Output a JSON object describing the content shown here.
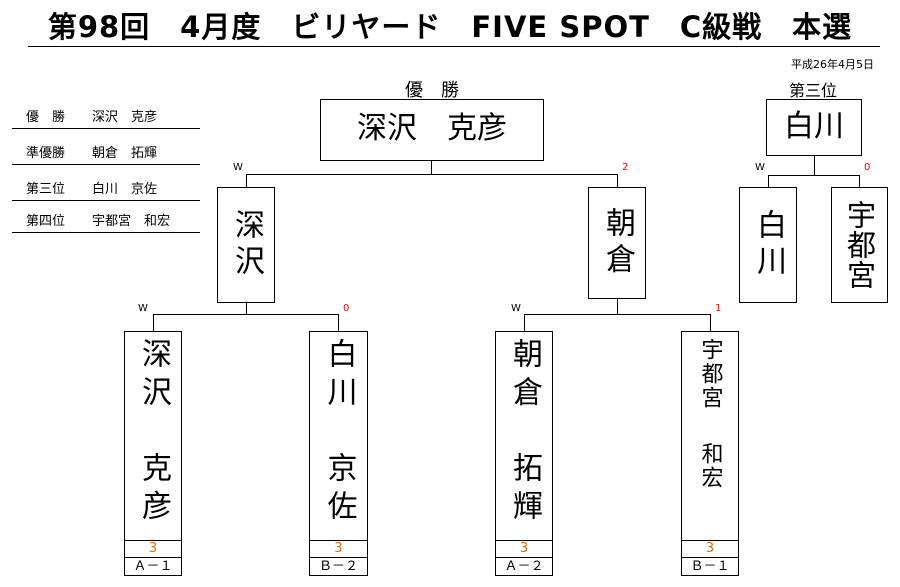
{
  "title": "第98回　4月度　ビリヤード　FIVE SPOT　C級戦　本選",
  "date": "平成26年4月5日",
  "results": [
    {
      "label": "優　勝",
      "name": "深沢　克彦"
    },
    {
      "label": "準優勝",
      "name": "朝倉　拓輝"
    },
    {
      "label": "第三位",
      "name": "白川　京佐"
    },
    {
      "label": "第四位",
      "name": "宇都宮　和宏"
    }
  ],
  "final": {
    "heading": "優　勝",
    "winner": "深沢　克彦",
    "left_name": "深沢",
    "left_score": "W",
    "right_name": "朝倉",
    "right_score": "2"
  },
  "third_place": {
    "heading": "第三位",
    "winner": "白川",
    "left_name": "白川",
    "left_score": "W",
    "right_name": "宇都宮",
    "right_score": "0"
  },
  "first_round": [
    {
      "surname": "深沢",
      "given": "克彦",
      "match_score": "W",
      "race": "3",
      "seed": "Ａ－１"
    },
    {
      "surname": "白川",
      "given": "京佐",
      "match_score": "0",
      "race": "3",
      "seed": "Ｂ－２"
    },
    {
      "surname": "朝倉",
      "given": "拓輝",
      "match_score": "W",
      "race": "3",
      "seed": "Ａ－２"
    },
    {
      "surname": "宇都宮",
      "given": "和宏",
      "match_score": "1",
      "race": "3",
      "seed": "Ｂ－１"
    }
  ],
  "colors": {
    "race": "#e26b0a",
    "loss_score": "#ff0000",
    "text": "#000000"
  }
}
